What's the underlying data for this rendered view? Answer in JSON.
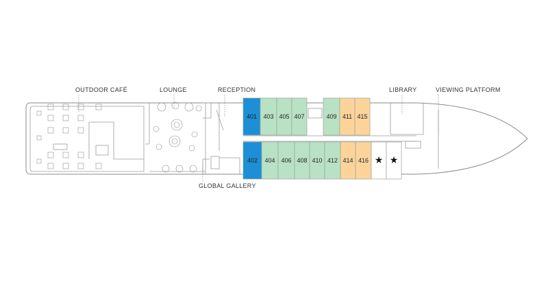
{
  "labels": {
    "outdoor_cafe": "OUTDOOR CAFÉ",
    "lounge": "LOUNGE",
    "reception": "RECEPTION",
    "library": "LIBRARY",
    "viewing_platform": "VIEWING PLATFORM",
    "global_gallery": "GLOBAL GALLERY"
  },
  "colors": {
    "blue": "#1d8fd6",
    "green": "#b9e2c5",
    "orange": "#fcd49a",
    "star_cabin": "#ffffff"
  },
  "cabins": {
    "top": [
      {
        "num": "401",
        "category": "blue"
      },
      {
        "num": "403",
        "category": "green"
      },
      {
        "num": "405",
        "category": "green"
      },
      {
        "num": "407",
        "category": "green"
      },
      {
        "num": "409",
        "category": "green"
      },
      {
        "num": "411",
        "category": "orange"
      },
      {
        "num": "415",
        "category": "orange"
      }
    ],
    "bottom": [
      {
        "num": "402",
        "category": "blue"
      },
      {
        "num": "404",
        "category": "green"
      },
      {
        "num": "406",
        "category": "green"
      },
      {
        "num": "408",
        "category": "green"
      },
      {
        "num": "410",
        "category": "green"
      },
      {
        "num": "412",
        "category": "green"
      },
      {
        "num": "414",
        "category": "orange"
      },
      {
        "num": "416",
        "category": "orange"
      },
      {
        "num": "★",
        "category": "star_cabin"
      },
      {
        "num": "★",
        "category": "star_cabin"
      }
    ]
  }
}
